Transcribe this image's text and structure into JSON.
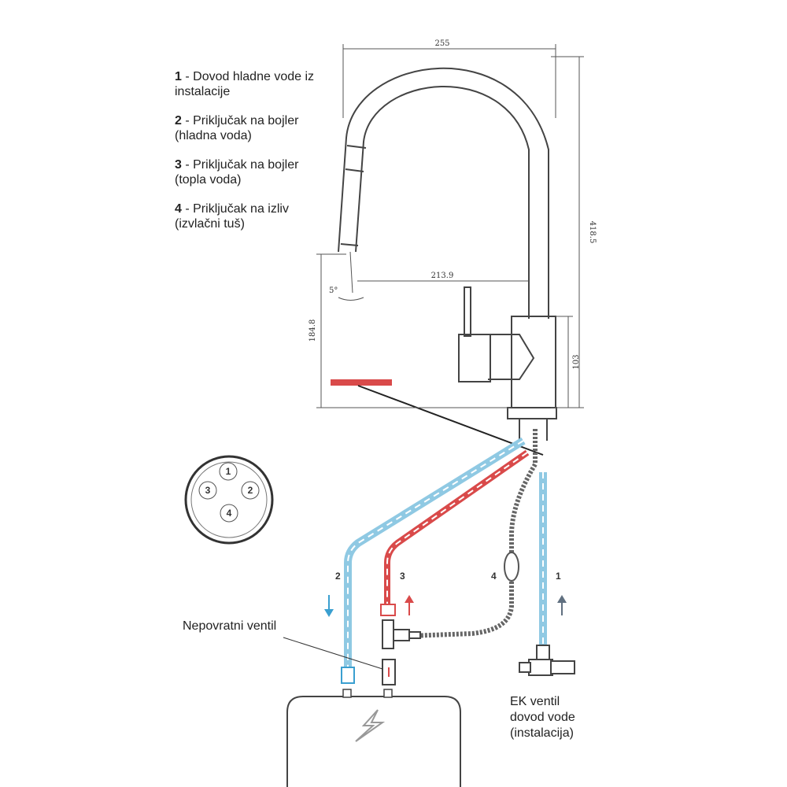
{
  "legend": {
    "items": [
      {
        "num": "1",
        "text": "- Dovod hladne vode iz instalacije"
      },
      {
        "num": "2",
        "text": "- Priključak na bojler (hladna voda)"
      },
      {
        "num": "3",
        "text": "- Priključak na bojler (topla voda)"
      },
      {
        "num": "4",
        "text": "- Priključak na izliv (izvlačni tuš)"
      }
    ]
  },
  "dimensions": {
    "width_total": "255",
    "height_total": "418.5",
    "spout_reach": "213.9",
    "spout_height": "184.8",
    "body_height": "103",
    "angle": "5°"
  },
  "connector": {
    "ports": [
      "1",
      "2",
      "3",
      "4"
    ]
  },
  "hoses": {
    "labels": [
      "2",
      "3",
      "4",
      "1"
    ]
  },
  "notes": {
    "check_valve": "Nepovratni ventil",
    "ek_valve": [
      "EK ventil",
      "dovod vode",
      "(instalacija)"
    ]
  },
  "colors": {
    "cold": "#8fc9e3",
    "hot": "#d94a4a",
    "line": "#333333"
  }
}
